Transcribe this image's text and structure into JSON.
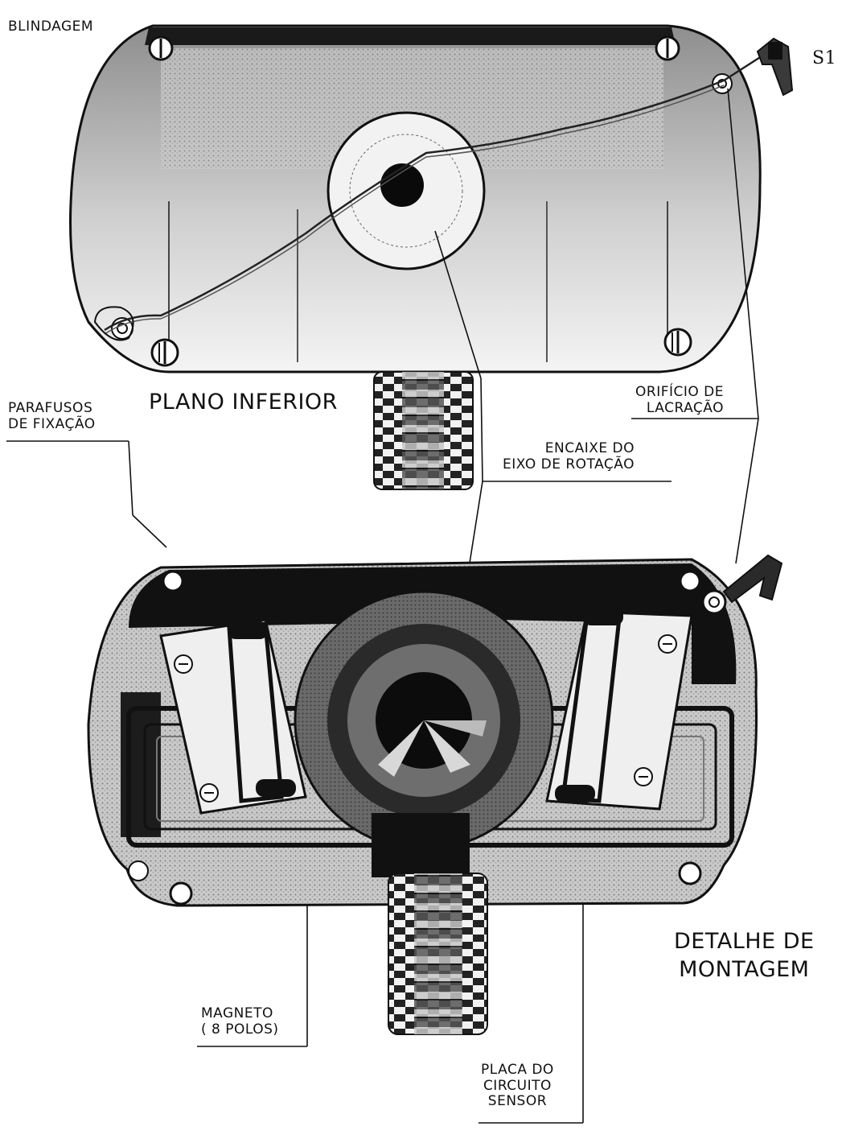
{
  "labels": {
    "blindagem": "BLINDAGEM",
    "s1": "S1",
    "plano_inferior": "PLANO INFERIOR",
    "parafusos": [
      "PARAFUSOS",
      "DE FIXAÇÃO"
    ],
    "orificio": [
      "ORIFÍCIO DE",
      "LACRAÇÃO"
    ],
    "encaixe": [
      "ENCAIXE DO",
      "EIXO DE ROTAÇÃO"
    ],
    "detalhe": [
      "DETALHE DE",
      "MONTAGEM"
    ],
    "magneto": [
      "MAGNETO",
      "( 8 POLOS)"
    ],
    "placa": [
      "PLACA DO",
      "CIRCUITO",
      "SENSOR"
    ]
  },
  "icons": [
    "screw-icon",
    "seal-icon",
    "magnet-icon",
    "shaft-icon"
  ],
  "colors": {
    "ink": "#111111",
    "paper": "#ffffff",
    "shade": "#8a8a8a"
  }
}
